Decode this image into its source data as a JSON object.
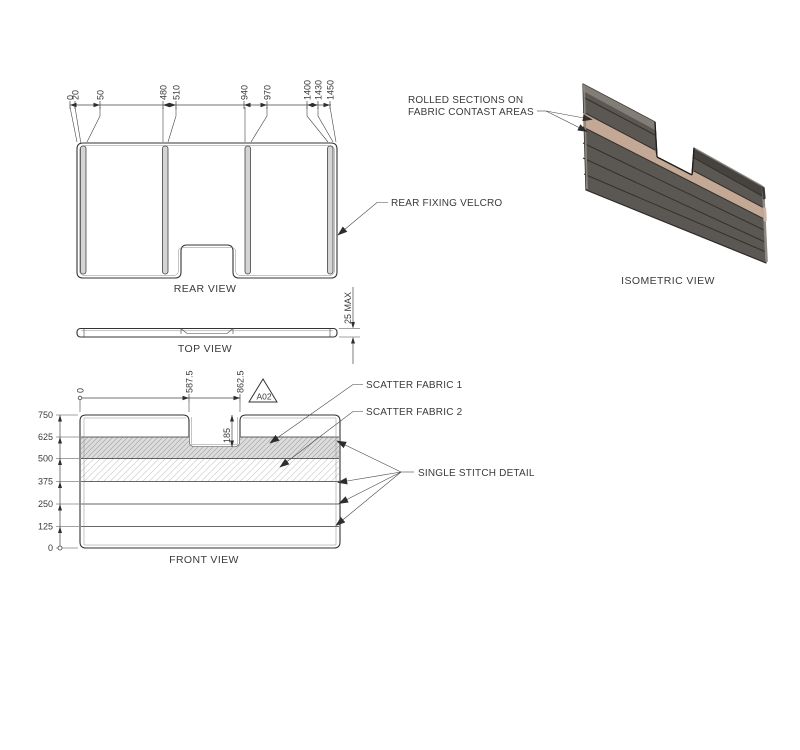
{
  "rear_view": {
    "title": "REAR VIEW",
    "dims": [
      "0",
      "20",
      "50",
      "480",
      "510",
      "940",
      "970",
      "1400",
      "1430",
      "1450"
    ],
    "velcro_callout": "REAR FIXING VELCRO"
  },
  "top_view": {
    "title": "TOP VIEW",
    "thickness": "25 MAX"
  },
  "front_view": {
    "title": "FRONT VIEW",
    "left_dims": [
      "750",
      "625",
      "500",
      "375",
      "250",
      "125",
      "0"
    ],
    "top_dims": [
      "0",
      "587.5",
      "862.5"
    ],
    "notch_depth": "185",
    "revision": "A02",
    "fabric1_callout": "SCATTER FABRIC 1",
    "fabric2_callout": "SCATTER FABRIC 2",
    "stitch_callout": "SINGLE STITCH DETAIL"
  },
  "iso_view": {
    "title": "ISOMETRIC VIEW",
    "rolled_callout_line1": "ROLLED SECTIONS ON",
    "rolled_callout_line2": "FABRIC CONTAST AREAS"
  },
  "colors": {
    "panel_dark": "#5b5753",
    "panel_top_dark": "#454240",
    "fabric_tan": "#c3a895",
    "edge_light": "#8a857e",
    "velcro_gray": "#d4d4d4",
    "hatch_gray": "#dcdcdc",
    "outline": "#2c2a28"
  }
}
